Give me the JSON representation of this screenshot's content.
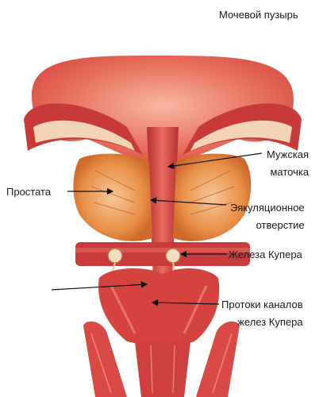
{
  "labels": {
    "bladder": "Мочевой пузырь",
    "uterus_line1": "Мужская",
    "uterus_line2": "маточка",
    "prostate": "Простата",
    "ejac_line1": "Эякуляционное",
    "ejac_line2": "отверстие",
    "cowper": "Железа Купера",
    "ducts_line1": "Протоки каналов",
    "ducts_line2": "желез Купера"
  },
  "colors": {
    "background": "#ffffff",
    "tissue": "#d94a43",
    "tissue_dark": "#a8242a",
    "prostate": "#e89048",
    "fat": "#f2d3b4",
    "text": "#1a1a1a",
    "arrow": "#111111"
  }
}
